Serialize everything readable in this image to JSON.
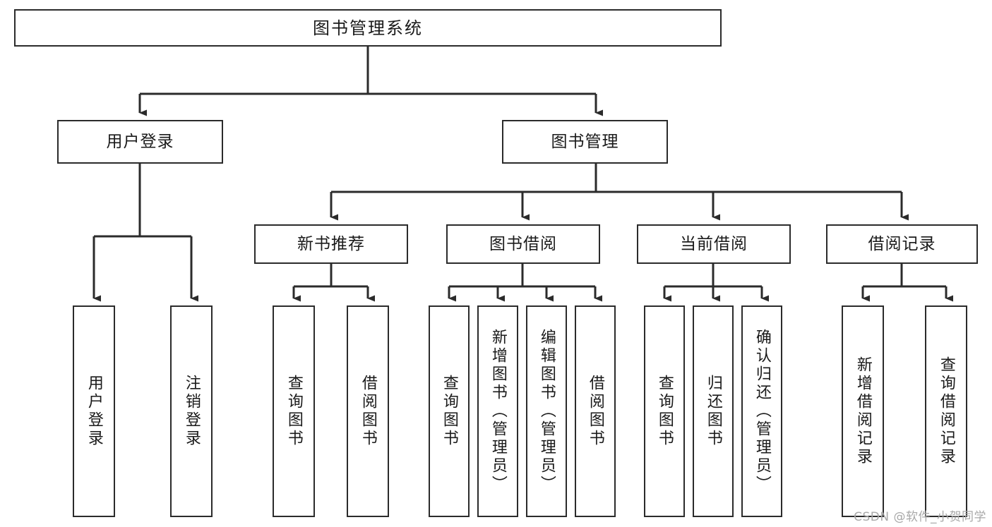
{
  "diagram": {
    "type": "tree-hierarchy",
    "title": "图书管理系统",
    "watermark": "CSDN @软件_小贺同学",
    "colors": {
      "stroke": "#2b2b2b",
      "fill": "#ffffff",
      "text": "#1a1a1a",
      "watermark": "#a8a8a8"
    },
    "nodes": [
      {
        "id": "root",
        "label": "图书管理系统",
        "level": 0,
        "orientation": "horizontal"
      },
      {
        "id": "login",
        "label": "用户登录",
        "level": 1,
        "orientation": "horizontal"
      },
      {
        "id": "bookmgmt",
        "label": "图书管理",
        "level": 1,
        "orientation": "horizontal"
      },
      {
        "id": "newrec",
        "label": "新书推荐",
        "level": 2,
        "orientation": "horizontal"
      },
      {
        "id": "borrow",
        "label": "图书借阅",
        "level": 2,
        "orientation": "horizontal"
      },
      {
        "id": "current",
        "label": "当前借阅",
        "level": 2,
        "orientation": "horizontal"
      },
      {
        "id": "records",
        "label": "借阅记录",
        "level": 2,
        "orientation": "horizontal"
      },
      {
        "id": "l-login",
        "label": "用户登录",
        "level": 3,
        "orientation": "vertical"
      },
      {
        "id": "l-logout",
        "label": "注销登录",
        "level": 3,
        "orientation": "vertical"
      },
      {
        "id": "l-query1",
        "label": "查询图书",
        "level": 3,
        "orientation": "vertical"
      },
      {
        "id": "l-borrow1",
        "label": "借阅图书",
        "level": 3,
        "orientation": "vertical"
      },
      {
        "id": "l-query2",
        "label": "查询图书",
        "level": 3,
        "orientation": "vertical"
      },
      {
        "id": "l-addbook",
        "label": "新增图书（管理员）",
        "level": 3,
        "orientation": "vertical"
      },
      {
        "id": "l-editbook",
        "label": "编辑图书（管理员）",
        "level": 3,
        "orientation": "vertical"
      },
      {
        "id": "l-borrow2",
        "label": "借阅图书",
        "level": 3,
        "orientation": "vertical"
      },
      {
        "id": "l-query3",
        "label": "查询图书",
        "level": 3,
        "orientation": "vertical"
      },
      {
        "id": "l-return",
        "label": "归还图书",
        "level": 3,
        "orientation": "vertical"
      },
      {
        "id": "l-confirm",
        "label": "确认归还（管理员）",
        "level": 3,
        "orientation": "vertical"
      },
      {
        "id": "l-addrec",
        "label": "新增借阅记录",
        "level": 3,
        "orientation": "vertical"
      },
      {
        "id": "l-queryrec",
        "label": "查询借阅记录",
        "level": 3,
        "orientation": "vertical"
      }
    ],
    "edges": [
      {
        "from": "root",
        "to": "login"
      },
      {
        "from": "root",
        "to": "bookmgmt"
      },
      {
        "from": "login",
        "to": "l-login"
      },
      {
        "from": "login",
        "to": "l-logout"
      },
      {
        "from": "bookmgmt",
        "to": "newrec"
      },
      {
        "from": "bookmgmt",
        "to": "borrow"
      },
      {
        "from": "bookmgmt",
        "to": "current"
      },
      {
        "from": "bookmgmt",
        "to": "records"
      },
      {
        "from": "newrec",
        "to": "l-query1"
      },
      {
        "from": "newrec",
        "to": "l-borrow1"
      },
      {
        "from": "borrow",
        "to": "l-query2"
      },
      {
        "from": "borrow",
        "to": "l-addbook"
      },
      {
        "from": "borrow",
        "to": "l-editbook"
      },
      {
        "from": "borrow",
        "to": "l-borrow2"
      },
      {
        "from": "current",
        "to": "l-query3"
      },
      {
        "from": "current",
        "to": "l-return"
      },
      {
        "from": "current",
        "to": "l-confirm"
      },
      {
        "from": "records",
        "to": "l-addrec"
      },
      {
        "from": "records",
        "to": "l-queryrec"
      }
    ]
  }
}
